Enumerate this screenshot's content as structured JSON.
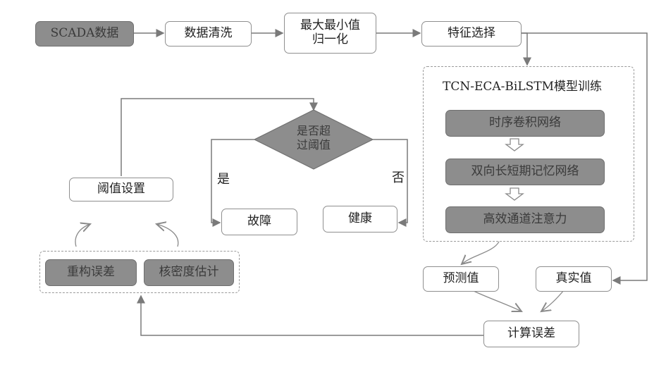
{
  "boxes": {
    "scada": "SCADA数据",
    "cleaning": "数据清洗",
    "normalize_1": "最大最小值",
    "normalize_2": "归一化",
    "feature_select": "特征选择",
    "tcn": "时序卷积网络",
    "bilstm": "双向长短期记忆网络",
    "eca": "高效通道注意力",
    "predicted": "预测值",
    "actual": "真实值",
    "calc_error": "计算误差",
    "threshold": "阈值设置",
    "recon_error": "重构误差",
    "kde": "核密度估计",
    "fault": "故障",
    "healthy": "健康"
  },
  "panel_title": "TCN-ECA-BiLSTM模型训练",
  "decision": {
    "line1": "是否超",
    "line2": "过阈值",
    "yes": "是",
    "no": "否"
  },
  "colors": {
    "grey_fill": "#8d8d8d",
    "border": "#8f8f8f",
    "line": "#7a7a7a"
  }
}
